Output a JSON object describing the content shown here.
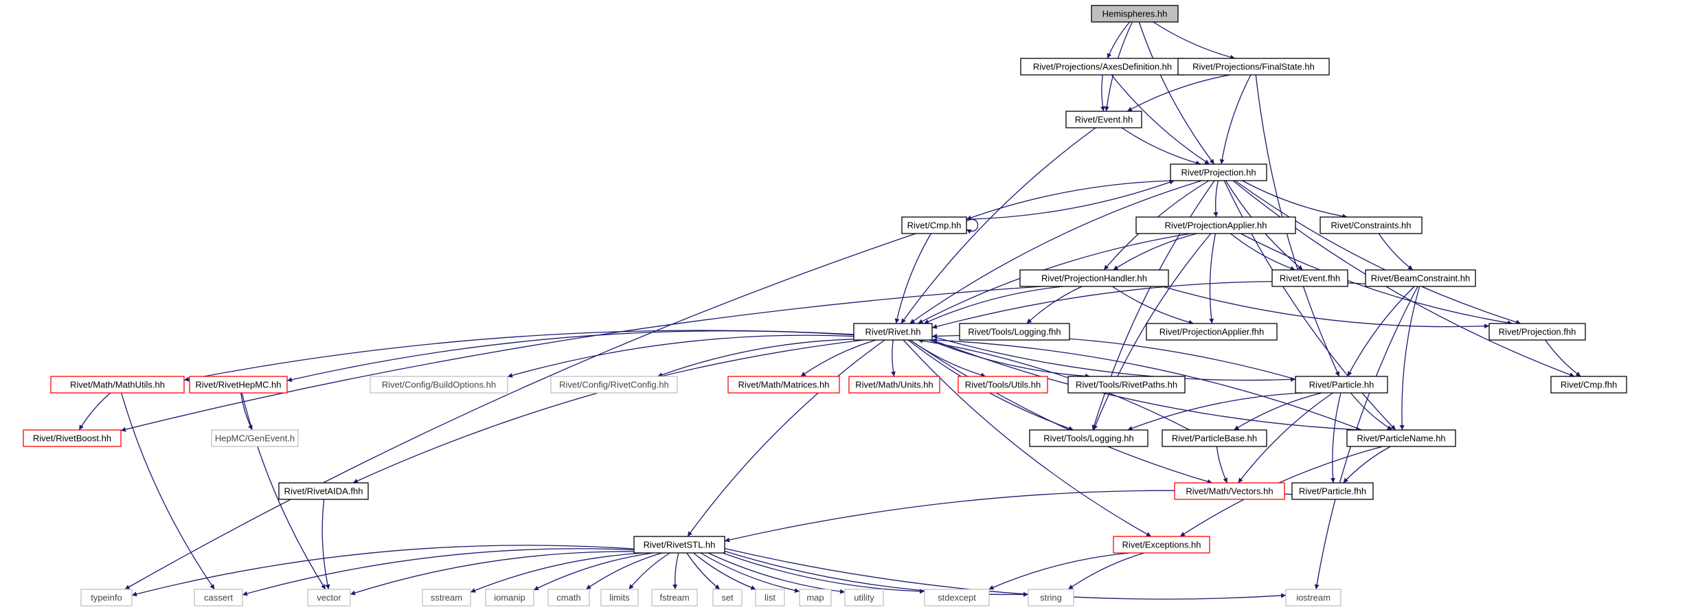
{
  "colors": {
    "edge": "#191970",
    "root_fill": "#bfbfbf",
    "normal_border": "#000000",
    "missing_border": "#ff0000",
    "external_border": "#bfbfbf"
  },
  "nodes": [
    {
      "id": "hemi",
      "label": "Hemispheres.hh",
      "kind": "root"
    },
    {
      "id": "axes",
      "label": "Rivet/Projections/AxesDefinition.hh",
      "kind": "normal"
    },
    {
      "id": "fstate",
      "label": "Rivet/Projections/FinalState.hh",
      "kind": "normal"
    },
    {
      "id": "event",
      "label": "Rivet/Event.hh",
      "kind": "normal"
    },
    {
      "id": "proj",
      "label": "Rivet/Projection.hh",
      "kind": "normal"
    },
    {
      "id": "cmp",
      "label": "Rivet/Cmp.hh",
      "kind": "normal"
    },
    {
      "id": "papp",
      "label": "Rivet/ProjectionApplier.hh",
      "kind": "normal"
    },
    {
      "id": "constr",
      "label": "Rivet/Constraints.hh",
      "kind": "normal"
    },
    {
      "id": "eventf",
      "label": "Rivet/Event.fhh",
      "kind": "normal"
    },
    {
      "id": "phand",
      "label": "Rivet/ProjectionHandler.hh",
      "kind": "normal"
    },
    {
      "id": "beam",
      "label": "Rivet/BeamConstraint.hh",
      "kind": "normal"
    },
    {
      "id": "logf",
      "label": "Rivet/Tools/Logging.fhh",
      "kind": "normal"
    },
    {
      "id": "pappf",
      "label": "Rivet/ProjectionApplier.fhh",
      "kind": "normal"
    },
    {
      "id": "projf",
      "label": "Rivet/Projection.fhh",
      "kind": "normal"
    },
    {
      "id": "rivet",
      "label": "Rivet/Rivet.hh",
      "kind": "normal"
    },
    {
      "id": "mathutils",
      "label": "Rivet/Math/MathUtils.hh",
      "kind": "red"
    },
    {
      "id": "hepmc",
      "label": "Rivet/RivetHepMC.hh",
      "kind": "red"
    },
    {
      "id": "buildopt",
      "label": "Rivet/Config/BuildOptions.hh",
      "kind": "gray"
    },
    {
      "id": "rconfig",
      "label": "Rivet/Config/RivetConfig.hh",
      "kind": "gray"
    },
    {
      "id": "matrices",
      "label": "Rivet/Math/Matrices.hh",
      "kind": "red"
    },
    {
      "id": "units",
      "label": "Rivet/Math/Units.hh",
      "kind": "red"
    },
    {
      "id": "tutils",
      "label": "Rivet/Tools/Utils.hh",
      "kind": "red"
    },
    {
      "id": "rpaths",
      "label": "Rivet/Tools/RivetPaths.hh",
      "kind": "normal"
    },
    {
      "id": "particle",
      "label": "Rivet/Particle.hh",
      "kind": "normal"
    },
    {
      "id": "cmpf",
      "label": "Rivet/Cmp.fhh",
      "kind": "normal"
    },
    {
      "id": "boost",
      "label": "Rivet/RivetBoost.hh",
      "kind": "red"
    },
    {
      "id": "genevent",
      "label": "HepMC/GenEvent.h",
      "kind": "gray"
    },
    {
      "id": "logging",
      "label": "Rivet/Tools/Logging.hh",
      "kind": "normal"
    },
    {
      "id": "pbase",
      "label": "Rivet/ParticleBase.hh",
      "kind": "normal"
    },
    {
      "id": "pname",
      "label": "Rivet/ParticleName.hh",
      "kind": "normal"
    },
    {
      "id": "aida",
      "label": "Rivet/RivetAIDA.fhh",
      "kind": "normal"
    },
    {
      "id": "vectors",
      "label": "Rivet/Math/Vectors.hh",
      "kind": "red"
    },
    {
      "id": "particlef",
      "label": "Rivet/Particle.fhh",
      "kind": "normal"
    },
    {
      "id": "stl",
      "label": "Rivet/RivetSTL.hh",
      "kind": "normal"
    },
    {
      "id": "except",
      "label": "Rivet/Exceptions.hh",
      "kind": "red"
    },
    {
      "id": "typeinfo",
      "label": "typeinfo",
      "kind": "gray"
    },
    {
      "id": "cassert",
      "label": "cassert",
      "kind": "gray"
    },
    {
      "id": "vector",
      "label": "vector",
      "kind": "gray"
    },
    {
      "id": "sstream",
      "label": "sstream",
      "kind": "gray"
    },
    {
      "id": "iomanip",
      "label": "iomanip",
      "kind": "gray"
    },
    {
      "id": "cmath",
      "label": "cmath",
      "kind": "gray"
    },
    {
      "id": "limits",
      "label": "limits",
      "kind": "gray"
    },
    {
      "id": "fstream",
      "label": "fstream",
      "kind": "gray"
    },
    {
      "id": "set",
      "label": "set",
      "kind": "gray"
    },
    {
      "id": "list",
      "label": "list",
      "kind": "gray"
    },
    {
      "id": "map",
      "label": "map",
      "kind": "gray"
    },
    {
      "id": "utility",
      "label": "utility",
      "kind": "gray"
    },
    {
      "id": "stdexcept",
      "label": "stdexcept",
      "kind": "gray"
    },
    {
      "id": "string",
      "label": "string",
      "kind": "gray"
    },
    {
      "id": "iostream",
      "label": "iostream",
      "kind": "gray"
    }
  ],
  "edges": [
    [
      "hemi",
      "axes"
    ],
    [
      "hemi",
      "fstate"
    ],
    [
      "hemi",
      "event"
    ],
    [
      "hemi",
      "proj"
    ],
    [
      "axes",
      "event"
    ],
    [
      "axes",
      "proj"
    ],
    [
      "fstate",
      "event"
    ],
    [
      "fstate",
      "proj"
    ],
    [
      "fstate",
      "particle"
    ],
    [
      "event",
      "proj"
    ],
    [
      "event",
      "rivet"
    ],
    [
      "proj",
      "cmp"
    ],
    [
      "proj",
      "papp"
    ],
    [
      "proj",
      "constr"
    ],
    [
      "proj",
      "eventf"
    ],
    [
      "proj",
      "phand"
    ],
    [
      "proj",
      "projf"
    ],
    [
      "proj",
      "cmpf"
    ],
    [
      "proj",
      "pname"
    ],
    [
      "proj",
      "rivet"
    ],
    [
      "proj",
      "logging"
    ],
    [
      "cmp",
      "proj"
    ],
    [
      "cmp",
      "cmp"
    ],
    [
      "cmp",
      "rivet"
    ],
    [
      "cmp",
      "typeinfo"
    ],
    [
      "papp",
      "phand"
    ],
    [
      "papp",
      "eventf"
    ],
    [
      "papp",
      "pappf"
    ],
    [
      "papp",
      "projf"
    ],
    [
      "papp",
      "rivet"
    ],
    [
      "papp",
      "logging"
    ],
    [
      "constr",
      "beam"
    ],
    [
      "phand",
      "rivet"
    ],
    [
      "phand",
      "logf"
    ],
    [
      "phand",
      "pappf"
    ],
    [
      "phand",
      "projf"
    ],
    [
      "phand",
      "boost"
    ],
    [
      "beam",
      "rivet"
    ],
    [
      "beam",
      "particle"
    ],
    [
      "beam",
      "pname"
    ],
    [
      "beam",
      "iostream"
    ],
    [
      "projf",
      "cmpf"
    ],
    [
      "rivet",
      "mathutils"
    ],
    [
      "rivet",
      "hepmc"
    ],
    [
      "rivet",
      "buildopt"
    ],
    [
      "rivet",
      "rconfig"
    ],
    [
      "rivet",
      "matrices"
    ],
    [
      "rivet",
      "units"
    ],
    [
      "rivet",
      "tutils"
    ],
    [
      "rivet",
      "rpaths"
    ],
    [
      "rivet",
      "particle"
    ],
    [
      "rivet",
      "pname"
    ],
    [
      "rivet",
      "logging"
    ],
    [
      "rivet",
      "vectors"
    ],
    [
      "rivet",
      "aida"
    ],
    [
      "rivet",
      "stl"
    ],
    [
      "rivet",
      "except"
    ],
    [
      "mathutils",
      "boost"
    ],
    [
      "mathutils",
      "cassert"
    ],
    [
      "hepmc",
      "genevent"
    ],
    [
      "hepmc",
      "vector"
    ],
    [
      "particle",
      "rivet"
    ],
    [
      "particle",
      "logging"
    ],
    [
      "particle",
      "pbase"
    ],
    [
      "particle",
      "pname"
    ],
    [
      "particle",
      "vectors"
    ],
    [
      "particle",
      "particlef"
    ],
    [
      "pbase",
      "rivet"
    ],
    [
      "pbase",
      "vectors"
    ],
    [
      "pname",
      "rivet"
    ],
    [
      "pname",
      "particlef"
    ],
    [
      "pname",
      "except"
    ],
    [
      "aida",
      "vector"
    ],
    [
      "particlef",
      "stl"
    ],
    [
      "stl",
      "typeinfo"
    ],
    [
      "stl",
      "cassert"
    ],
    [
      "stl",
      "vector"
    ],
    [
      "stl",
      "sstream"
    ],
    [
      "stl",
      "iomanip"
    ],
    [
      "stl",
      "cmath"
    ],
    [
      "stl",
      "limits"
    ],
    [
      "stl",
      "fstream"
    ],
    [
      "stl",
      "set"
    ],
    [
      "stl",
      "list"
    ],
    [
      "stl",
      "map"
    ],
    [
      "stl",
      "utility"
    ],
    [
      "stl",
      "stdexcept"
    ],
    [
      "stl",
      "string"
    ],
    [
      "stl",
      "iostream"
    ],
    [
      "except",
      "stdexcept"
    ],
    [
      "except",
      "string"
    ]
  ]
}
